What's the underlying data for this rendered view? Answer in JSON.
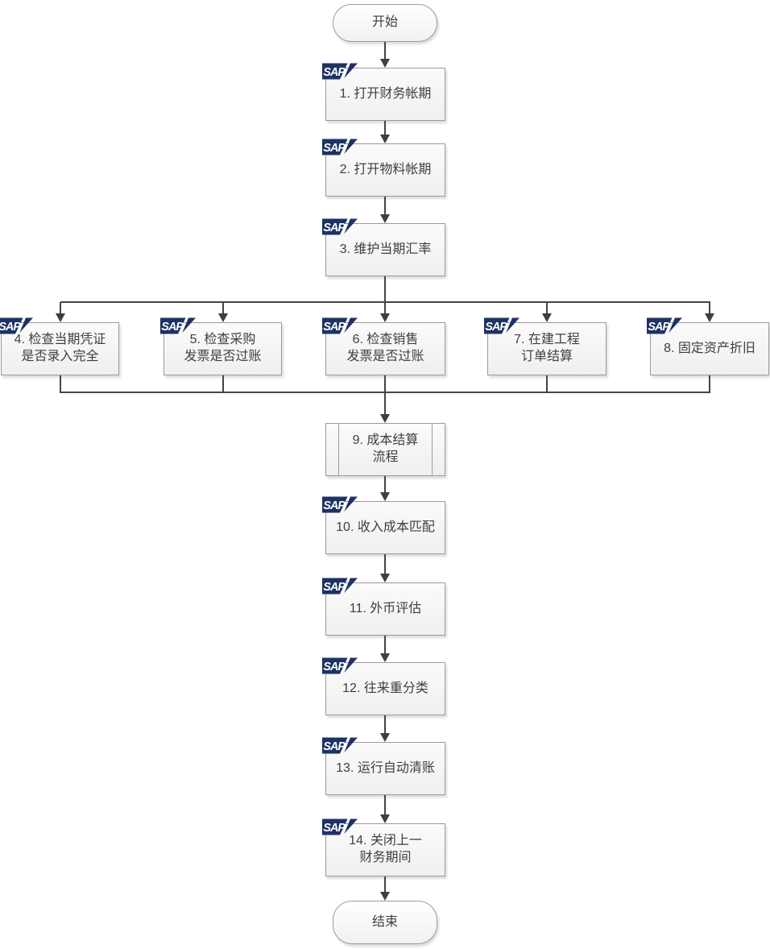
{
  "flow": {
    "start_label": "开始",
    "end_label": "结束",
    "sap_badge": "SAP",
    "steps": [
      {
        "label": "1. 打开财务帐期"
      },
      {
        "label": "2. 打开物料帐期"
      },
      {
        "label": "3. 维护当期汇率"
      },
      {
        "label": "4. 检查当期凭证\n是否录入完全"
      },
      {
        "label": "5. 检查采购\n发票是否过账"
      },
      {
        "label": "6. 检查销售\n发票是否过账"
      },
      {
        "label": "7. 在建工程\n订单结算"
      },
      {
        "label": "8. 固定资产折旧"
      },
      {
        "label": "9. 成本结算\n流程"
      },
      {
        "label": "10. 收入成本匹配"
      },
      {
        "label": "11. 外币评估"
      },
      {
        "label": "12. 往来重分类"
      },
      {
        "label": "13. 运行自动清账"
      },
      {
        "label": "14. 关闭上一\n财务期间"
      }
    ],
    "colors": {
      "sap_navy": "#1e3264",
      "box_border": "#9b9b9b",
      "connector": "#454545",
      "text": "#3f3f3f"
    }
  }
}
